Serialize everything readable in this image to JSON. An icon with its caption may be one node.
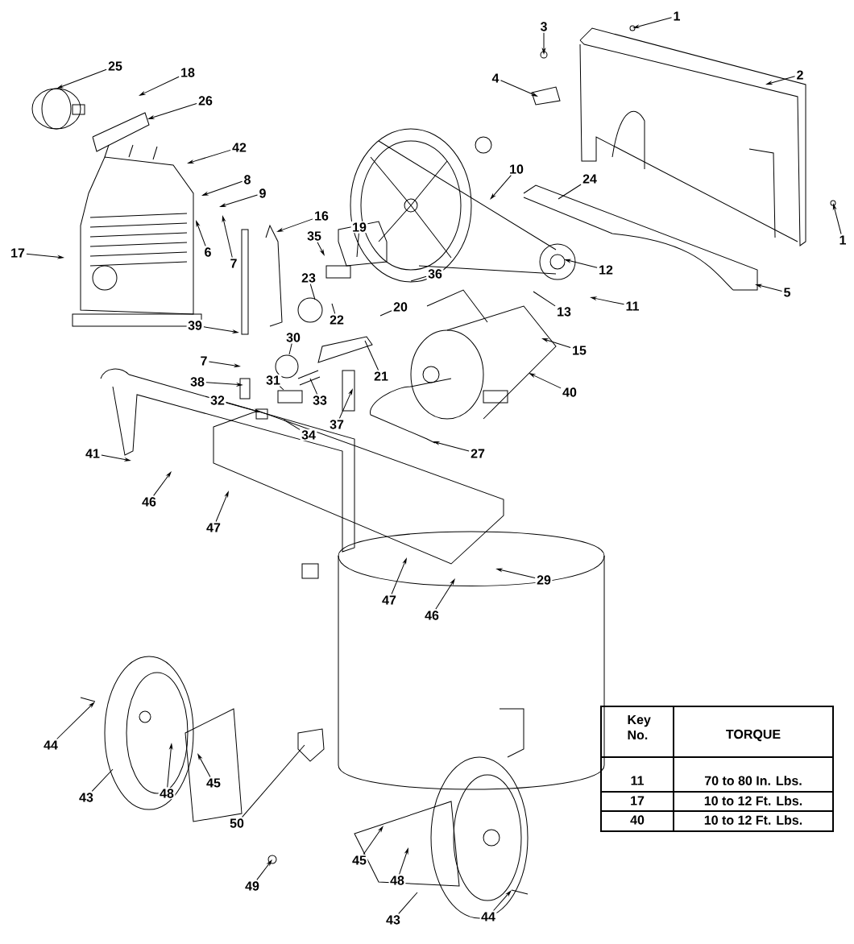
{
  "diagram": {
    "nodes": [
      {
        "text": [
          "1"
        ]
      },
      {
        "text": [
          "3"
        ]
      },
      {
        "text": [
          "2"
        ]
      },
      {
        "text": [
          "4"
        ]
      },
      {
        "text": [
          "25"
        ]
      },
      {
        "text": [
          "18"
        ]
      },
      {
        "text": [
          "26"
        ]
      },
      {
        "text": [
          "42"
        ]
      },
      {
        "text": [
          "10"
        ]
      },
      {
        "text": [
          "24"
        ]
      },
      {
        "text": [
          "8"
        ]
      },
      {
        "text": [
          "9"
        ]
      },
      {
        "text": [
          "16"
        ]
      },
      {
        "text": [
          "19"
        ]
      },
      {
        "text": [
          "35"
        ]
      },
      {
        "text": [
          "1"
        ]
      },
      {
        "text": [
          "17"
        ]
      },
      {
        "text": [
          "6"
        ]
      },
      {
        "text": [
          "7"
        ]
      },
      {
        "text": [
          "12"
        ]
      },
      {
        "text": [
          "36"
        ]
      },
      {
        "text": [
          "23"
        ]
      },
      {
        "text": [
          "5"
        ]
      },
      {
        "text": [
          "11"
        ]
      },
      {
        "text": [
          "13"
        ]
      },
      {
        "text": [
          "20"
        ]
      },
      {
        "text": [
          "22"
        ]
      },
      {
        "text": [
          "39"
        ]
      },
      {
        "text": [
          "30"
        ]
      },
      {
        "text": [
          "15"
        ]
      },
      {
        "text": [
          "7"
        ]
      },
      {
        "text": [
          "21"
        ]
      },
      {
        "text": [
          "38"
        ]
      },
      {
        "text": [
          "31"
        ]
      },
      {
        "text": [
          "40"
        ]
      },
      {
        "text": [
          "33"
        ]
      },
      {
        "text": [
          "32"
        ]
      },
      {
        "text": [
          "37"
        ]
      },
      {
        "text": [
          "34"
        ]
      },
      {
        "text": [
          "41"
        ]
      },
      {
        "text": [
          "27"
        ]
      },
      {
        "text": [
          "46"
        ]
      },
      {
        "text": [
          "47"
        ]
      },
      {
        "text": [
          "29"
        ]
      },
      {
        "text": [
          "47"
        ]
      },
      {
        "text": [
          "46"
        ]
      },
      {
        "text": [
          "44"
        ]
      },
      {
        "text": [
          "45"
        ]
      },
      {
        "text": [
          "48"
        ]
      },
      {
        "text": [
          "43"
        ]
      },
      {
        "text": [
          "50"
        ]
      },
      {
        "text": [
          "45"
        ]
      },
      {
        "text": [
          "48"
        ]
      },
      {
        "text": [
          "49"
        ]
      },
      {
        "text": [
          "43"
        ]
      },
      {
        "text": [
          "44"
        ]
      }
    ],
    "edges": [
      {
        "from": 0,
        "to": null,
        "arrow": "to"
      },
      {
        "from": 1,
        "to": null,
        "arrow": "to"
      },
      {
        "from": 2,
        "to": null,
        "arrow": "to"
      },
      {
        "from": 3,
        "to": null,
        "arrow": "to"
      },
      {
        "from": 4,
        "to": null,
        "arrow": "to"
      },
      {
        "from": 5,
        "to": null,
        "arrow": "to"
      },
      {
        "from": 6,
        "to": null,
        "arrow": "to"
      },
      {
        "from": 7,
        "to": null,
        "arrow": "to"
      },
      {
        "from": 8,
        "to": null,
        "arrow": "to"
      },
      {
        "from": 9,
        "to": null,
        "arrow": "none"
      },
      {
        "from": 10,
        "to": null,
        "arrow": "to"
      },
      {
        "from": 11,
        "to": null,
        "arrow": "to"
      },
      {
        "from": 12,
        "to": null,
        "arrow": "to"
      },
      {
        "from": 13,
        "to": null,
        "arrow": "none"
      },
      {
        "from": 14,
        "to": null,
        "arrow": "to"
      },
      {
        "from": 15,
        "to": null,
        "arrow": "to"
      },
      {
        "from": 16,
        "to": null,
        "arrow": "to"
      },
      {
        "from": 17,
        "to": null,
        "arrow": "to"
      },
      {
        "from": 18,
        "to": null,
        "arrow": "to"
      },
      {
        "from": 19,
        "to": null,
        "arrow": "to"
      },
      {
        "from": 20,
        "to": null,
        "arrow": "none"
      },
      {
        "from": 21,
        "to": null,
        "arrow": "none"
      },
      {
        "from": 22,
        "to": null,
        "arrow": "to"
      },
      {
        "from": 23,
        "to": null,
        "arrow": "to"
      },
      {
        "from": 24,
        "to": null,
        "arrow": "none"
      },
      {
        "from": 25,
        "to": null,
        "arrow": "none"
      },
      {
        "from": 26,
        "to": null,
        "arrow": "none"
      },
      {
        "from": 27,
        "to": null,
        "arrow": "to"
      },
      {
        "from": 28,
        "to": null,
        "arrow": "none"
      },
      {
        "from": 29,
        "to": null,
        "arrow": "to"
      },
      {
        "from": 30,
        "to": null,
        "arrow": "to"
      },
      {
        "from": 31,
        "to": null,
        "arrow": "none"
      },
      {
        "from": 32,
        "to": null,
        "arrow": "to"
      },
      {
        "from": 33,
        "to": null,
        "arrow": "none"
      },
      {
        "from": 34,
        "to": null,
        "arrow": "to"
      },
      {
        "from": 35,
        "to": null,
        "arrow": "none"
      },
      {
        "from": 36,
        "to": null,
        "arrow": "to"
      },
      {
        "from": 37,
        "to": null,
        "arrow": "to"
      },
      {
        "from": 38,
        "to": null,
        "arrow": "none"
      },
      {
        "from": 39,
        "to": null,
        "arrow": "to"
      },
      {
        "from": 40,
        "to": null,
        "arrow": "to"
      },
      {
        "from": 41,
        "to": null,
        "arrow": "to"
      },
      {
        "from": 42,
        "to": null,
        "arrow": "to"
      },
      {
        "from": 43,
        "to": null,
        "arrow": "to"
      },
      {
        "from": 44,
        "to": null,
        "arrow": "to"
      },
      {
        "from": 45,
        "to": null,
        "arrow": "to"
      },
      {
        "from": 46,
        "to": null,
        "arrow": "to"
      },
      {
        "from": 47,
        "to": null,
        "arrow": "to"
      },
      {
        "from": 48,
        "to": null,
        "arrow": "to"
      },
      {
        "from": 49,
        "to": null,
        "arrow": "none"
      },
      {
        "from": 50,
        "to": null,
        "arrow": "none"
      },
      {
        "from": 51,
        "to": null,
        "arrow": "to"
      },
      {
        "from": 52,
        "to": null,
        "arrow": "to"
      },
      {
        "from": 53,
        "to": null,
        "arrow": "to"
      },
      {
        "from": 54,
        "to": null,
        "arrow": "none"
      },
      {
        "from": 55,
        "to": null,
        "arrow": "to"
      }
    ],
    "labels": [
      "Key No.",
      "TORQUE",
      "11",
      "70 to 80 In. Lbs.",
      "17",
      "10 to 12 Ft. Lbs.",
      "40",
      "10 to 12 Ft. Lbs."
    ]
  }
}
